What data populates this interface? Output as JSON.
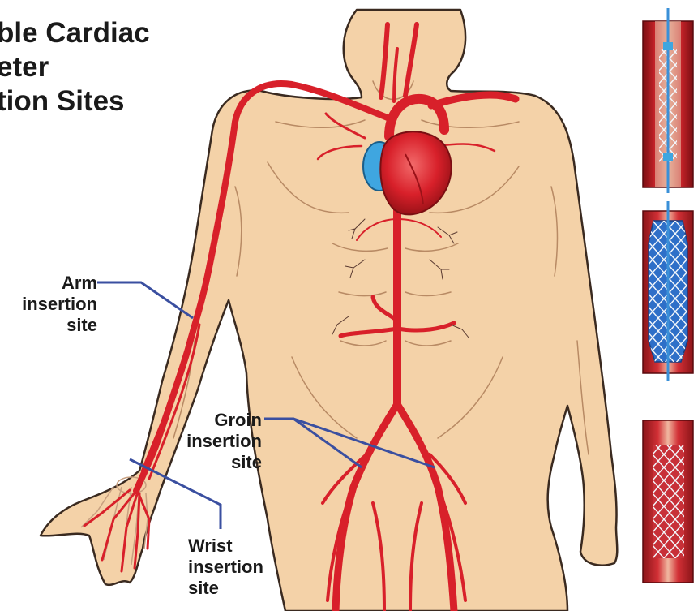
{
  "title": {
    "line1": "ble Cardiac",
    "line2": "eter",
    "line3": "tion Sites"
  },
  "labels": {
    "arm": {
      "line1": "Arm",
      "line2": "insertion",
      "line3": "site"
    },
    "groin": {
      "line1": "Groin",
      "line2": "insertion",
      "line3": "site"
    },
    "wrist": {
      "line1": "Wrist",
      "line2": "insertion",
      "line3": "site"
    }
  },
  "colors": {
    "skin": "#f4d2a8",
    "skin_outline": "#3a2a20",
    "artery": "#d8202a",
    "heart": "#e02a34",
    "vein_blue": "#3fa6e0",
    "leader_line": "#3a4fa0",
    "stent_wall": "#b02025",
    "stent_mesh": "#e8eef4"
  }
}
